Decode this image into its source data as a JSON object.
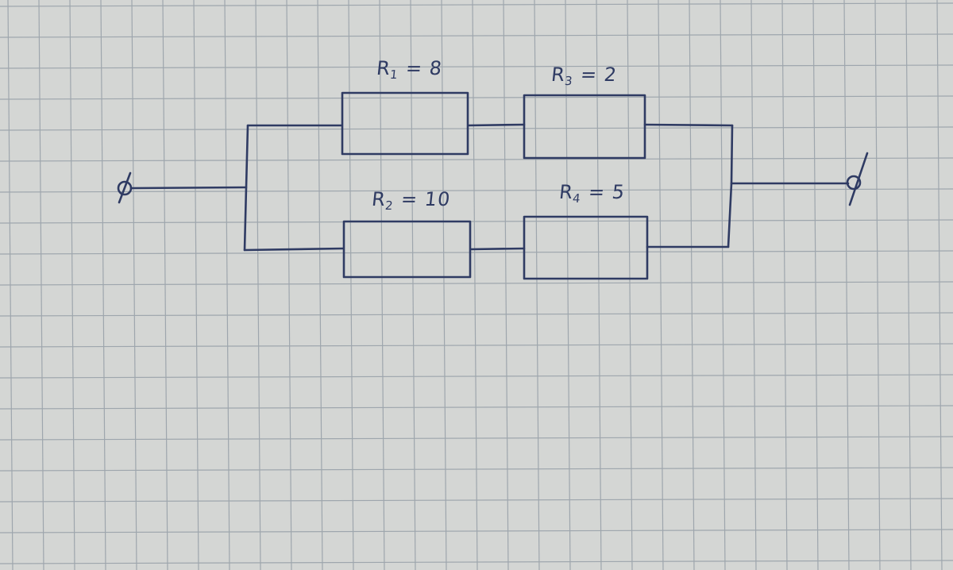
{
  "paper": {
    "background": "#d4d6d4",
    "grid_color": "#9ea6ad",
    "ink_color": "#2f3b63"
  },
  "resistors": [
    {
      "id": "r1",
      "symbol": "R",
      "sub": "1",
      "value_text": "= 8"
    },
    {
      "id": "r3",
      "symbol": "R",
      "sub": "3",
      "value_text": "= 2"
    },
    {
      "id": "r2",
      "symbol": "R",
      "sub": "2",
      "value_text": "= 10"
    },
    {
      "id": "r4",
      "symbol": "R",
      "sub": "4",
      "value_text": "= 5"
    }
  ],
  "terminals": [
    {
      "id": "left-terminal",
      "glyph": "⌀"
    },
    {
      "id": "right-terminal",
      "glyph": "⌀"
    }
  ]
}
